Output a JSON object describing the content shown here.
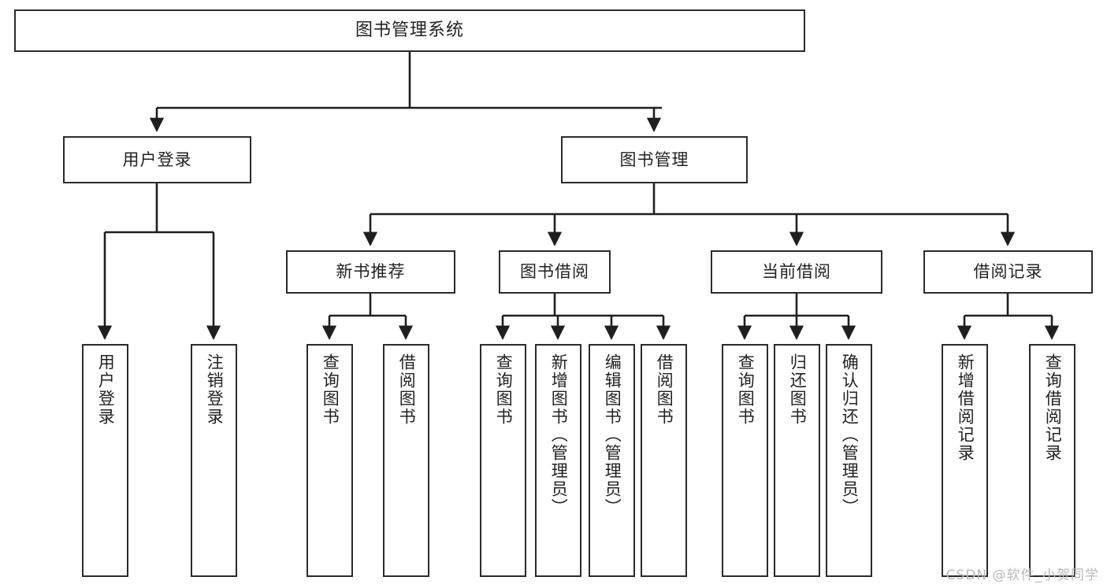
{
  "diagram": {
    "title": "图书管理系统",
    "type": "tree",
    "watermark": "CSDN @软件_小贺同学",
    "colors": {
      "box_border": "#2b2b2b",
      "box_fill": "#ffffff",
      "edge": "#1f1f1f",
      "text": "#222222",
      "watermark": "#b9b9b9"
    },
    "root": {
      "label": "图书管理系统"
    },
    "level2": [
      {
        "label": "用户登录"
      },
      {
        "label": "图书管理"
      }
    ],
    "level3": [
      {
        "label": "新书推荐"
      },
      {
        "label": "图书借阅"
      },
      {
        "label": "当前借阅"
      },
      {
        "label": "借阅记录"
      }
    ],
    "leaves": {
      "user_login": [
        {
          "label": "用户登录"
        },
        {
          "label": "注销登录"
        }
      ],
      "new_book": [
        {
          "label": "查询图书"
        },
        {
          "label": "借阅图书"
        }
      ],
      "book_borrow": [
        {
          "label": "查询图书"
        },
        {
          "label": "新增图书（管理员）"
        },
        {
          "label": "编辑图书（管理员）"
        },
        {
          "label": "借阅图书"
        }
      ],
      "current_borrow": [
        {
          "label": "查询图书"
        },
        {
          "label": "归还图书"
        },
        {
          "label": "确认归还（管理员）"
        }
      ],
      "borrow_record": [
        {
          "label": "新增借阅记录"
        },
        {
          "label": "查询借阅记录"
        }
      ]
    }
  }
}
